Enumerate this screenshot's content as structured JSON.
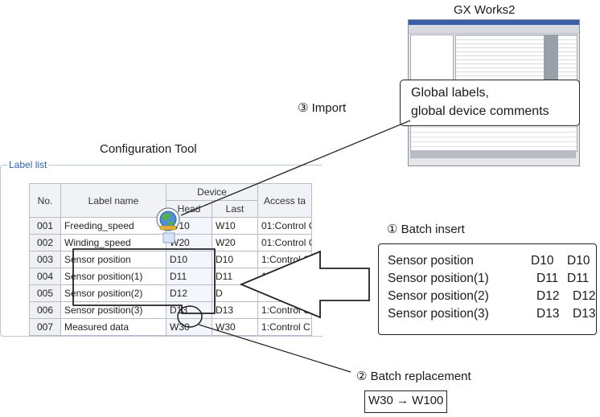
{
  "gx_title": "GX Works2",
  "global_box": {
    "line1": "Global labels,",
    "line2": "global device comments"
  },
  "import_caption": "③ Import",
  "config_title": "Configuration Tool",
  "label_list": {
    "legend": "Label list",
    "headers": {
      "no": "No.",
      "label_name": "Label name",
      "device": "Device",
      "head": "Head",
      "last": "Last",
      "access": "Access ta"
    },
    "rows": [
      {
        "no": "001",
        "name": "Freeding_speed",
        "head": "W10",
        "last": "W10",
        "access": "01:Control C"
      },
      {
        "no": "002",
        "name": "Winding_speed",
        "head": "W20",
        "last": "W20",
        "access": "01:Control C"
      },
      {
        "no": "003",
        "name": "Sensor position",
        "head": "D10",
        "last": "D10",
        "access": "1:Control C"
      },
      {
        "no": "004",
        "name": "Sensor position(1)",
        "head": "D11",
        "last": "D11",
        "access": "1:Control C"
      },
      {
        "no": "005",
        "name": "Sensor position(2)",
        "head": "D12",
        "last": "D",
        "access": ""
      },
      {
        "no": "006",
        "name": "Sensor position(3)",
        "head": "D13",
        "last": "D13",
        "access": "1:Control C"
      },
      {
        "no": "007",
        "name": "Measured data",
        "head": "W30",
        "last": "W30",
        "access": "1:Control C"
      }
    ]
  },
  "batch_insert_caption": "① Batch insert",
  "batch_insert_rows": [
    {
      "name": "Sensor position",
      "head": "D10",
      "last": "D10"
    },
    {
      "name": "Sensor position(1)",
      "head": "D11",
      "last": "D11"
    },
    {
      "name": "Sensor position(2)",
      "head": "D12",
      "last": "D12"
    },
    {
      "name": "Sensor position(3)",
      "head": "D13",
      "last": "D13"
    }
  ],
  "batch_replace_caption": "② Batch replacement",
  "replacement": "W30 → W100",
  "colors": {
    "legend_text": "#3064b4",
    "panel_border": "#b9c6dc",
    "outline": "#222222"
  },
  "icons": [
    "globe-icon"
  ]
}
